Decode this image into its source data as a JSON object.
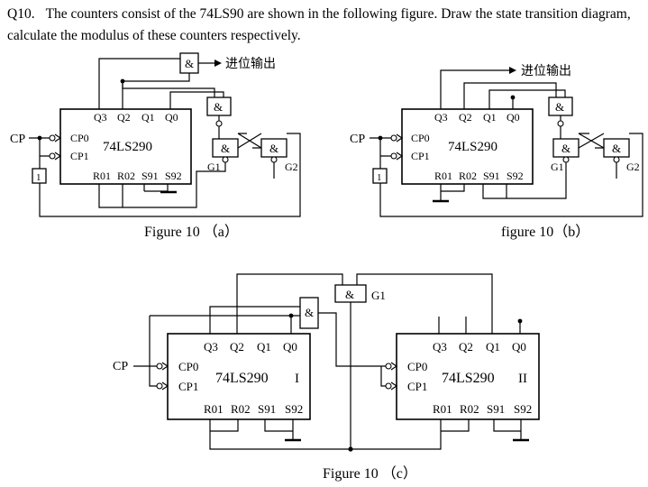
{
  "question": {
    "number": "Q10.",
    "text": "The counters consist of the 74LS90 are shown in the following figure. Draw the state transition diagram, calculate the modulus of these counters respectively."
  },
  "labels": {
    "chip": "74LS290",
    "q3": "Q3",
    "q2": "Q2",
    "q1": "Q1",
    "q0": "Q0",
    "cp0": "CP0",
    "cp1": "CP1",
    "r01": "R01",
    "r02": "R02",
    "s91": "S91",
    "s92": "S92",
    "cp": "CP",
    "and": "&",
    "inv": "1",
    "carry": "进位输出",
    "g1": "G1",
    "g2": "G2",
    "chip1": "I",
    "chip2": "II"
  },
  "captions": {
    "a": "Figure 10 （a）",
    "b": "figure 10（b）",
    "c": "Figure 10 （c）"
  }
}
